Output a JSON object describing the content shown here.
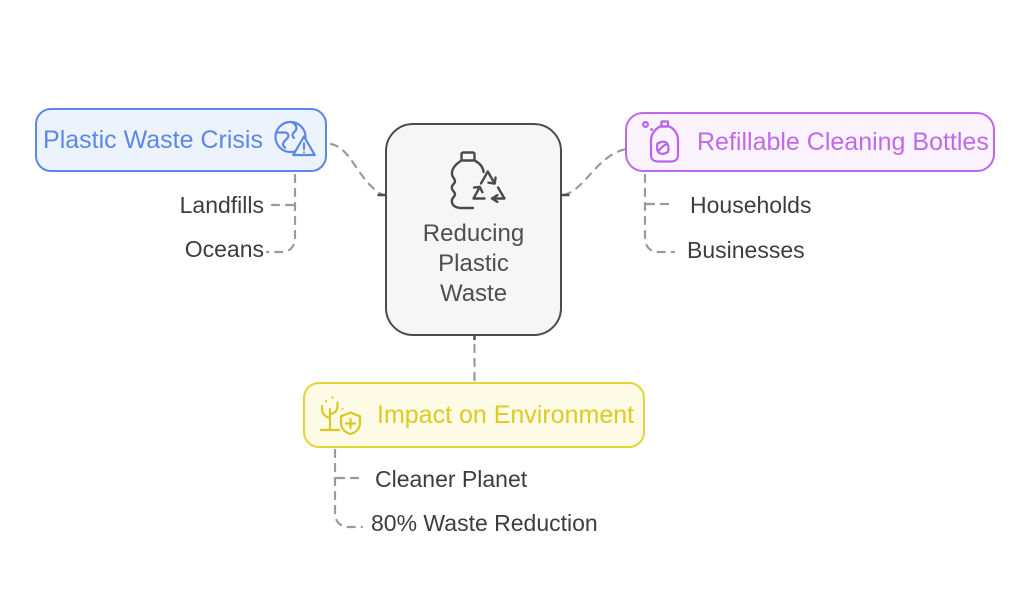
{
  "diagram": {
    "center": {
      "label": "Reducing Plastic Waste",
      "label_lines": [
        "Reducing",
        "Plastic",
        "Waste"
      ],
      "icon": "plastic-bottle-recycle-icon",
      "border_color": "#4b4b4b",
      "background": "#f6f6f6"
    },
    "branches": [
      {
        "label": "Plastic Waste Crisis",
        "icon": "globe-warning-icon",
        "accent_color": "#5c87e8",
        "background": "#edf3fc",
        "children": [
          "Landfills",
          "Oceans"
        ]
      },
      {
        "label": "Refillable Cleaning Bottles",
        "icon": "detergent-bottle-icon",
        "accent_color": "#bd68ea",
        "background": "#faf3fe",
        "children": [
          "Households",
          "Businesses"
        ]
      },
      {
        "label": "Impact on Environment",
        "icon": "plant-shield-icon",
        "accent_color": "#ddca22",
        "background": "#fdfae6",
        "children": [
          "Cleaner Planet",
          "80% Waste Reduction"
        ]
      }
    ],
    "connector_color": "#9a9a9a"
  }
}
